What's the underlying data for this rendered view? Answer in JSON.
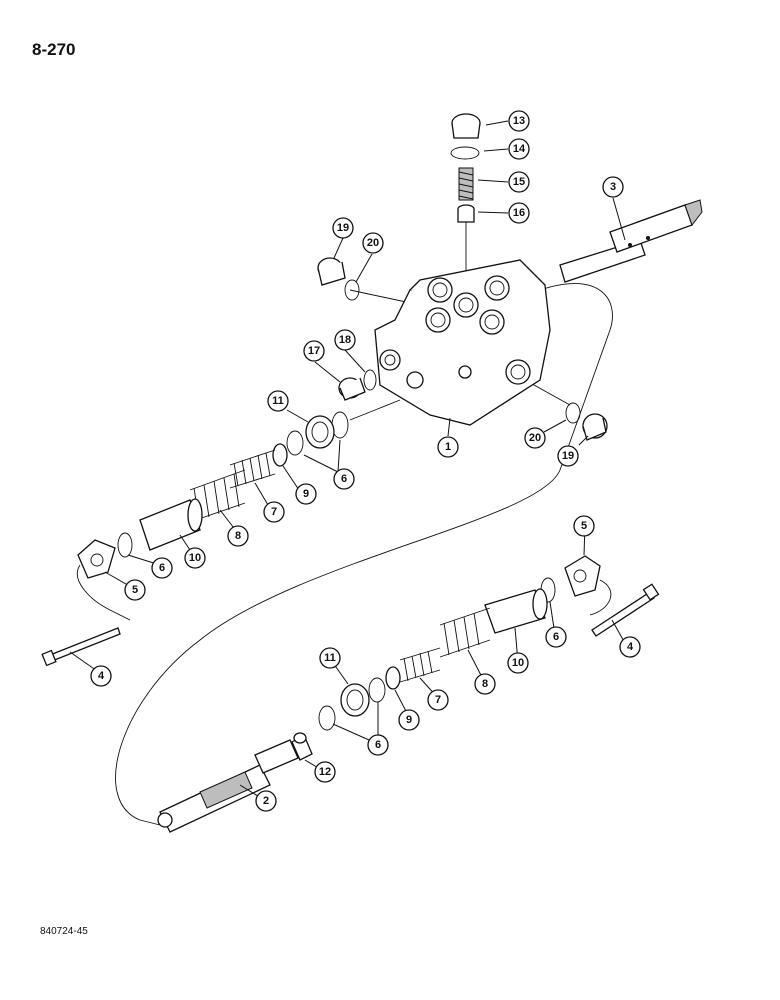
{
  "page": {
    "number": "8-270",
    "code": "840724-45"
  },
  "callouts": [
    {
      "id": "c13",
      "label": "13"
    },
    {
      "id": "c14",
      "label": "14"
    },
    {
      "id": "c15",
      "label": "15"
    },
    {
      "id": "c16",
      "label": "16"
    },
    {
      "id": "c3",
      "label": "3"
    },
    {
      "id": "c19a",
      "label": "19"
    },
    {
      "id": "c20a",
      "label": "20"
    },
    {
      "id": "c17",
      "label": "17"
    },
    {
      "id": "c18",
      "label": "18"
    },
    {
      "id": "c11a",
      "label": "11"
    },
    {
      "id": "c1",
      "label": "1"
    },
    {
      "id": "c20b",
      "label": "20"
    },
    {
      "id": "c19b",
      "label": "19"
    },
    {
      "id": "c6a",
      "label": "6"
    },
    {
      "id": "c9a",
      "label": "9"
    },
    {
      "id": "c7a",
      "label": "7"
    },
    {
      "id": "c8a",
      "label": "8"
    },
    {
      "id": "c10a",
      "label": "10"
    },
    {
      "id": "c6b",
      "label": "6"
    },
    {
      "id": "c5a",
      "label": "5"
    },
    {
      "id": "c4a",
      "label": "4"
    },
    {
      "id": "c5b",
      "label": "5"
    },
    {
      "id": "c6c",
      "label": "6"
    },
    {
      "id": "c4b",
      "label": "4"
    },
    {
      "id": "c10b",
      "label": "10"
    },
    {
      "id": "c8b",
      "label": "8"
    },
    {
      "id": "c7b",
      "label": "7"
    },
    {
      "id": "c9b",
      "label": "9"
    },
    {
      "id": "c11b",
      "label": "11"
    },
    {
      "id": "c6d",
      "label": "6"
    },
    {
      "id": "c12",
      "label": "12"
    },
    {
      "id": "c2",
      "label": "2"
    }
  ]
}
